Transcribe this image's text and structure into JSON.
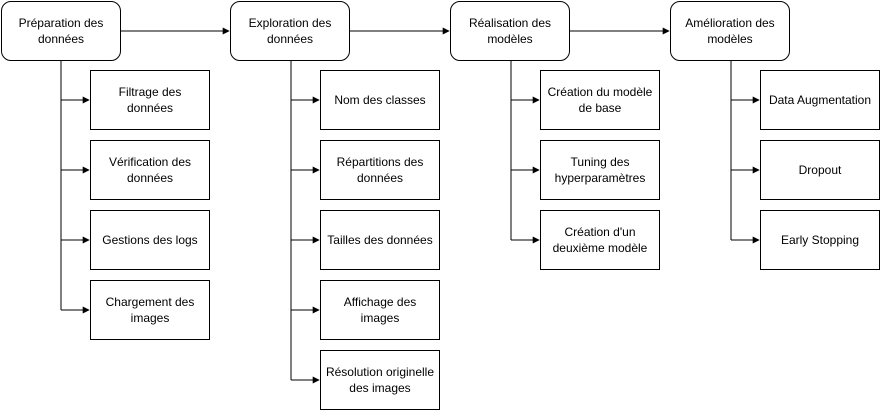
{
  "columns": [
    {
      "header": "Préparation des\ndonnées",
      "items": [
        "Filtrage des données",
        "Vérification des\ndonnées",
        "Gestions des logs",
        "Chargement des\nimages"
      ]
    },
    {
      "header": "Exploration des\ndonnées",
      "items": [
        "Nom des classes",
        "Répartitions des\ndonnées",
        "Tailles des données",
        "Affichage des images",
        "Résolution originelle\ndes images"
      ]
    },
    {
      "header": "Réalisation des\nmodèles",
      "items": [
        "Création du modèle\nde base",
        "Tuning des\nhyperparamètres",
        "Création d'un\ndeuxième modèle"
      ]
    },
    {
      "header": "Amélioration des\nmodèles",
      "items": [
        "Data Augmentation",
        "Dropout",
        "Early Stopping"
      ]
    }
  ]
}
